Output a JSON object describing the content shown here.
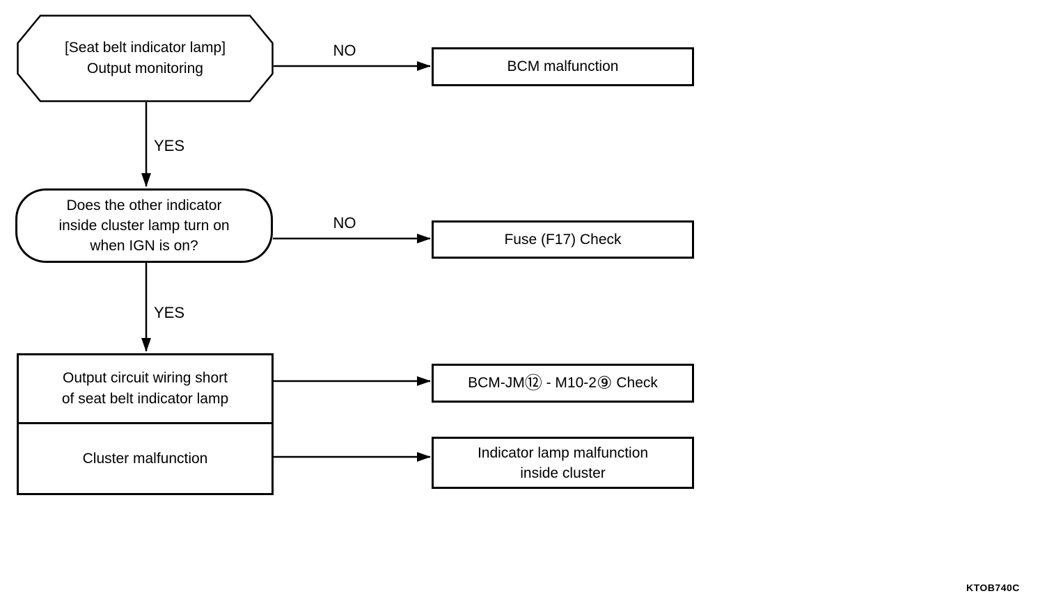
{
  "diagram": {
    "code": "KTOB740C",
    "nodes": {
      "start": {
        "text": "[Seat belt indicator lamp]\nOutput monitoring"
      },
      "question": {
        "text": "Does the other indicator\ninside cluster lamp turn on\nwhen IGN is on?"
      },
      "cause_short": {
        "text": "Output circuit wiring short\nof seat belt indicator lamp"
      },
      "cause_cluster": {
        "text": "Cluster malfunction"
      },
      "result_bcm": {
        "text": "BCM malfunction"
      },
      "result_fuse": {
        "text": "Fuse (F17) Check"
      },
      "result_connector": {
        "part1": "BCM-JM",
        "circle1": "⑫",
        "part2": " - M10-2",
        "circle2": "⑨",
        "part3": "Check"
      },
      "result_lamp": {
        "text": "Indicator lamp malfunction\ninside cluster"
      }
    },
    "edges": {
      "no_top": {
        "label": "NO"
      },
      "yes_top": {
        "label": "YES"
      },
      "no_mid": {
        "label": "NO"
      },
      "yes_mid": {
        "label": "YES"
      }
    },
    "colors": {
      "ink": "#000000",
      "background": "#ffffff"
    }
  }
}
